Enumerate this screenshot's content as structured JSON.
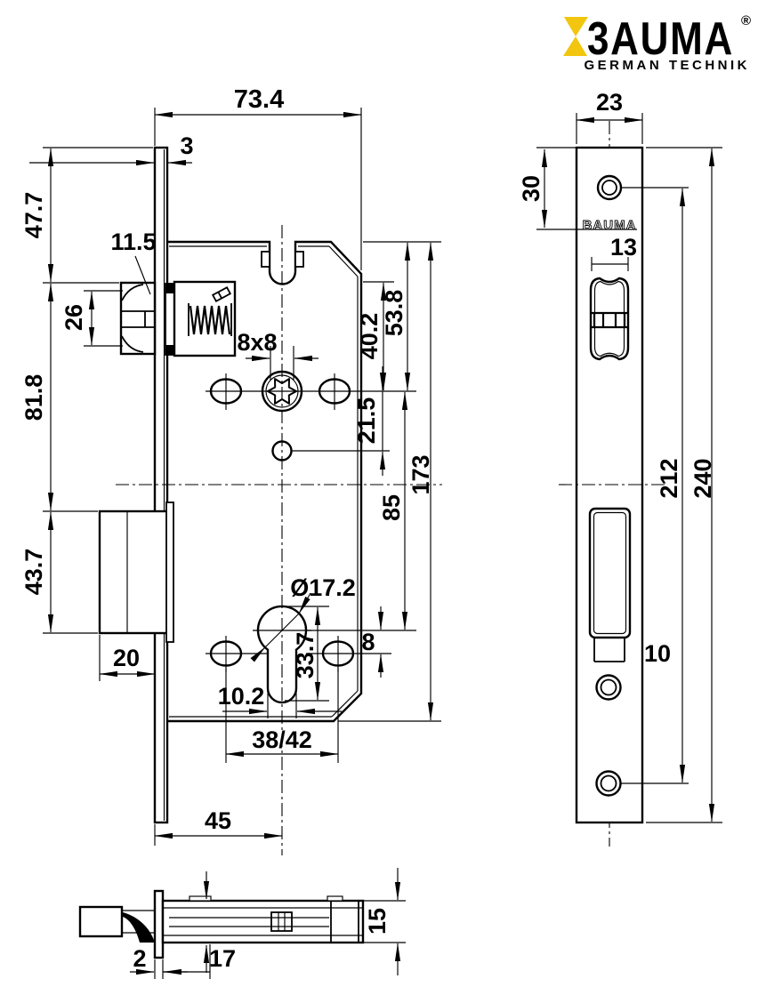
{
  "logo": {
    "brand": "BAUMA",
    "brand_stylized": "3AUMA",
    "registered": "®",
    "tagline": "GERMAN TECHNIK",
    "accent_yellow": "#f2c50e",
    "brand_dark": "#3d4243",
    "tagline_gray": "#85898a"
  },
  "front_view": {
    "dims": {
      "overall_width": "73.4",
      "faceplate_thickness": "3",
      "top_to_latch": "47.7",
      "latch_callout": "11.5",
      "latch_height": "26",
      "latch_to_deadbolt": "81.8",
      "deadbolt_height": "43.7",
      "deadbolt_throw": "20",
      "backset": "45",
      "follower_square": "8x8",
      "latch_to_follower": "40.2",
      "top_to_follower": "53.8",
      "follower_to_hole": "21.5",
      "case_height": "173",
      "follower_to_cylinder": "85",
      "cylinder_diameter": "Ø17.2",
      "cylinder_cutout_height": "33.7",
      "cylinder_to_hole": "8",
      "cylinder_tail_width": "10.2",
      "handle_hole_spacing": "38/42"
    }
  },
  "faceplate_view": {
    "stamp": "BAUMA",
    "dims": {
      "width": "23",
      "top_to_screw_hole": "30",
      "latch_opening_width": "13",
      "screw_hole_spacing": "212",
      "total_length": "240",
      "bottom_cutout_width": "10"
    }
  },
  "side_view": {
    "dims": {
      "faceplate_thickness": "2",
      "case_offset": "17",
      "case_thickness": "15"
    }
  }
}
